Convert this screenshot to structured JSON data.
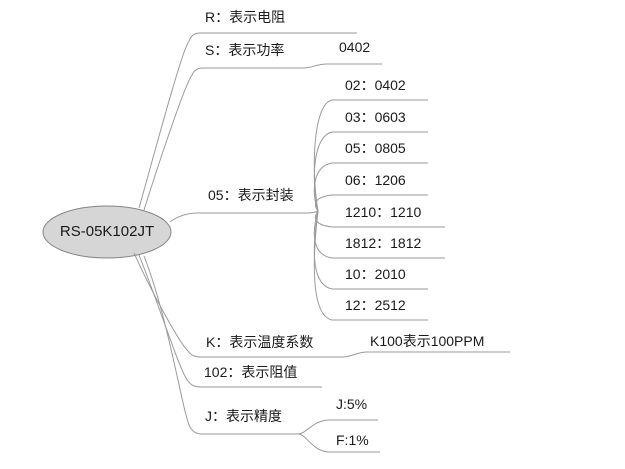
{
  "root": {
    "label": "RS-05K102JT"
  },
  "branches": [
    {
      "label": "R：表示电阻",
      "children": []
    },
    {
      "label": "S：表示功率",
      "children": [
        {
          "label": "0402"
        }
      ]
    },
    {
      "label": "05：表示封装",
      "children": [
        {
          "label": "02：0402"
        },
        {
          "label": "03：0603"
        },
        {
          "label": "05：0805"
        },
        {
          "label": "06：1206"
        },
        {
          "label": "1210：1210"
        },
        {
          "label": "1812：1812"
        },
        {
          "label": "10：2010"
        },
        {
          "label": "12：2512"
        }
      ]
    },
    {
      "label": "K：表示温度系数",
      "children": [
        {
          "label": "K100表示100PPM"
        }
      ]
    },
    {
      "label": "102：表示阻值",
      "children": []
    },
    {
      "label": "J：表示精度",
      "children": [
        {
          "label": "J:5%"
        },
        {
          "label": "F:1%"
        }
      ]
    }
  ],
  "colors": {
    "line": "#9a9a9a",
    "root_fill": "#d6d6d6",
    "root_border": "#848484",
    "text": "#1a1a1a",
    "background": "#ffffff"
  }
}
